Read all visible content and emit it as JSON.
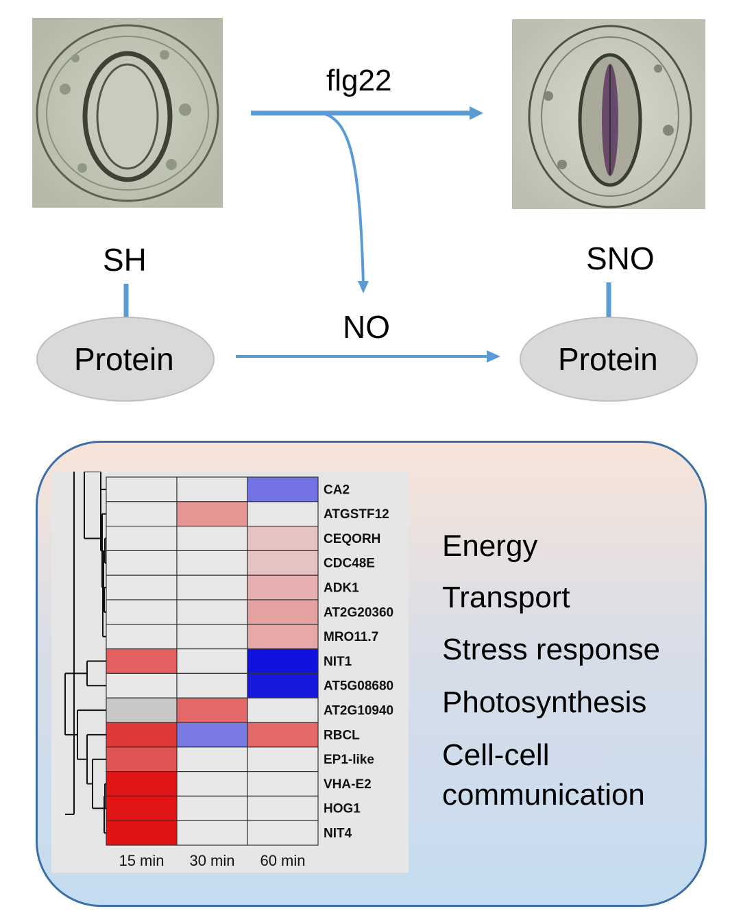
{
  "top": {
    "treatment_label": "flg22",
    "left_group_label": "SH",
    "right_group_label": "SNO",
    "no_label": "NO",
    "left_ellipse_label": "Protein",
    "right_ellipse_label": "Protein",
    "left_image": "open-stomata-micrograph",
    "right_image": "closed-stomata-micrograph"
  },
  "heatmap": {
    "genes": [
      "CA2",
      "ATGSTF12",
      "CEQORH",
      "CDC48E",
      "ADK1",
      "AT2G20360",
      "MRO11.7",
      "NIT1",
      "AT5G08680",
      "AT2G10940",
      "RBCL",
      "EP1-like",
      "VHA-E2",
      "HOG1",
      "NIT4"
    ],
    "timepoints": [
      "15 min",
      "30 min",
      "60 min"
    ],
    "cells": [
      [
        "#e8e8e8",
        "#e8e8e8",
        "#7473e6"
      ],
      [
        "#e8e8e8",
        "#e69494",
        "#e8e8e8"
      ],
      [
        "#e8e8e8",
        "#e8e8e8",
        "#e7c4c4"
      ],
      [
        "#e8e8e8",
        "#e8e8e8",
        "#e7c4c4"
      ],
      [
        "#e8e8e8",
        "#e8e8e8",
        "#e7b0b0"
      ],
      [
        "#e8e8e8",
        "#e8e8e8",
        "#e6a2a2"
      ],
      [
        "#e8e8e8",
        "#e8e8e8",
        "#e6a8a8"
      ],
      [
        "#e46060",
        "#e8e8e8",
        "#1212e0"
      ],
      [
        "#e8e8e8",
        "#e8e8e8",
        "#1818dc"
      ],
      [
        "#c8c8c8",
        "#e46868",
        "#e8e8e8"
      ],
      [
        "#de3a3a",
        "#7a7ae4",
        "#e46a6a"
      ],
      [
        "#e05454",
        "#e8e8e8",
        "#e8e8e8"
      ],
      [
        "#e01616",
        "#e8e8e8",
        "#e8e8e8"
      ],
      [
        "#e01616",
        "#e8e8e8",
        "#e8e8e8"
      ],
      [
        "#e01414",
        "#e8e8e8",
        "#e8e8e8"
      ]
    ]
  },
  "categories": [
    "Energy",
    "Transport",
    "Stress response",
    "Photosynthesis",
    "Cell-cell",
    "communication"
  ],
  "colors": {
    "arrow": "#5b9bd5",
    "ellipse_fill": "#d9d9d9",
    "ellipse_stroke": "#bfbfbf",
    "panel_top": "#f8e4d8",
    "panel_bottom": "#c5dcf0",
    "panel_border": "#3a6fa8"
  }
}
